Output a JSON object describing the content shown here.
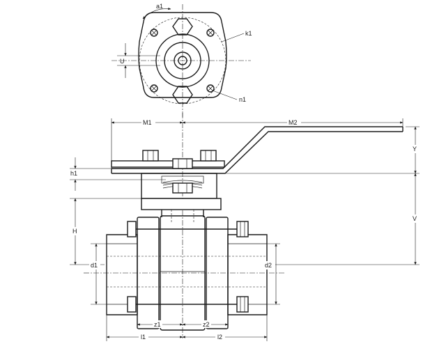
{
  "labels": {
    "a1": "a1",
    "k1": "k1",
    "n1": "n1",
    "U": "U",
    "M1": "M1",
    "M2": "M2",
    "Y": "Y",
    "h1": "h1",
    "H": "H",
    "V": "V",
    "d1": "d1",
    "d2": "d2",
    "z1": "z1",
    "z2": "z2",
    "l1": "l1",
    "l2": "l2"
  }
}
